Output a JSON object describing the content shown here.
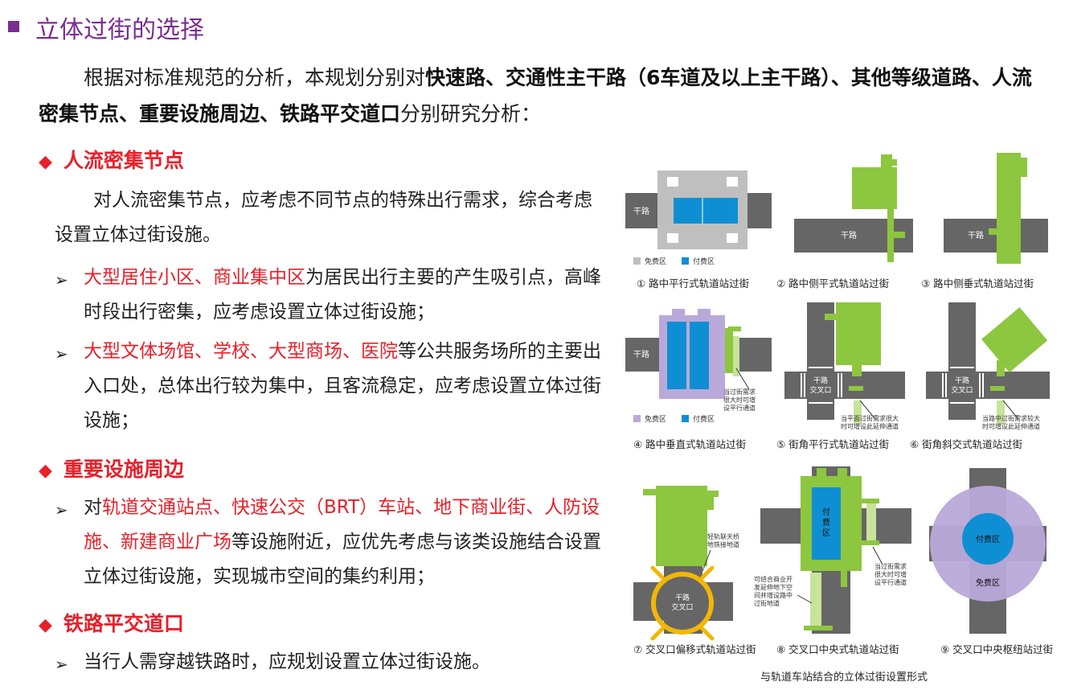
{
  "title": "立体过街的选择",
  "intro": {
    "p1": "根据对标准规范的分析，本规划分别对",
    "b1": "快速路、交通性主干路（6车道及以上主干路）、其他等级道路、人流密集节点、重要设施周边、铁路平交道口",
    "p2": "分别研究分析："
  },
  "sec1": {
    "title": "人流密集节点",
    "para": "对人流密集节点，应考虑不同节点的特殊出行需求，综合考虑设置立体过街设施。",
    "item1_red": "大型居住小区、商业集中区",
    "item1_text": "为居民出行主要的产生吸引点，高峰时段出行密集，应考虑设置立体过街设施；",
    "item2_red": "大型文体场馆、学校、大型商场、医院",
    "item2_text": "等公共服务场所的主要出入口处，总体出行较为集中，且客流稳定，应考虑设置立体过街设施；"
  },
  "sec2": {
    "title": "重要设施周边",
    "item_prefix": "对",
    "item_red": "轨道交通站点、快速公交（BRT）车站、地下商业街、人防设施、新建商业广场",
    "item_text": "等设施附近，应优先考虑与该类设施结合设置立体过街设施，实现城市空间的集约利用；"
  },
  "sec3": {
    "title": "铁路平交道口",
    "item_text": "当行人需穿越铁路时，应规划设置立体过街设施。"
  },
  "figure": {
    "caption": "与轨道车站结合的立体过街设置形式",
    "legend_free": "免费区",
    "legend_paid": "付费区",
    "road": "干路",
    "cross1": "干路",
    "cross2": "交叉口",
    "cap1": "① 路中平行式轨道站过街",
    "cap2": "② 路中侧平式轨道站过街",
    "cap3": "③ 路中侧垂式轨道站过街",
    "cap4": "④ 路中垂直式轨道站过街",
    "cap5": "⑤ 街角平行式轨道站过街",
    "cap6": "⑥ 街角斜交式轨道站过街",
    "cap7": "⑦ 交叉口偏移式轨道站过街",
    "cap8": "⑧ 交叉口中央式轨道站过街",
    "cap9": "⑨ 交叉口中央枢纽站过街",
    "note4": [
      "当过街需求",
      "很大时可增",
      "设平行通道"
    ],
    "note5": [
      "当平面过街需求很大",
      "时可增设此延伸通道"
    ],
    "note6": [
      "当路中过街需求较大",
      "时可增设此延伸通道"
    ],
    "note7": [
      "轻轨联天桥",
      "地铁接地道"
    ],
    "note8a": [
      "当过街需求",
      "很大时可增",
      "设平行通道"
    ],
    "note8b": [
      "可结合商业开",
      "发延伸地下空",
      "间并增设路中",
      "过街地道"
    ],
    "paid8": [
      "付",
      "费",
      "区"
    ],
    "paid9": "付费区",
    "free9": "免费区"
  },
  "colors": {
    "purple": "#7a2d91",
    "red": "#e8202a",
    "green": "#8dc63f",
    "road": "#666666",
    "blue": "#0f8fd3",
    "lilac": "#b9a9d9",
    "gray": "#bfbfbf",
    "yellow": "#f2b705"
  }
}
